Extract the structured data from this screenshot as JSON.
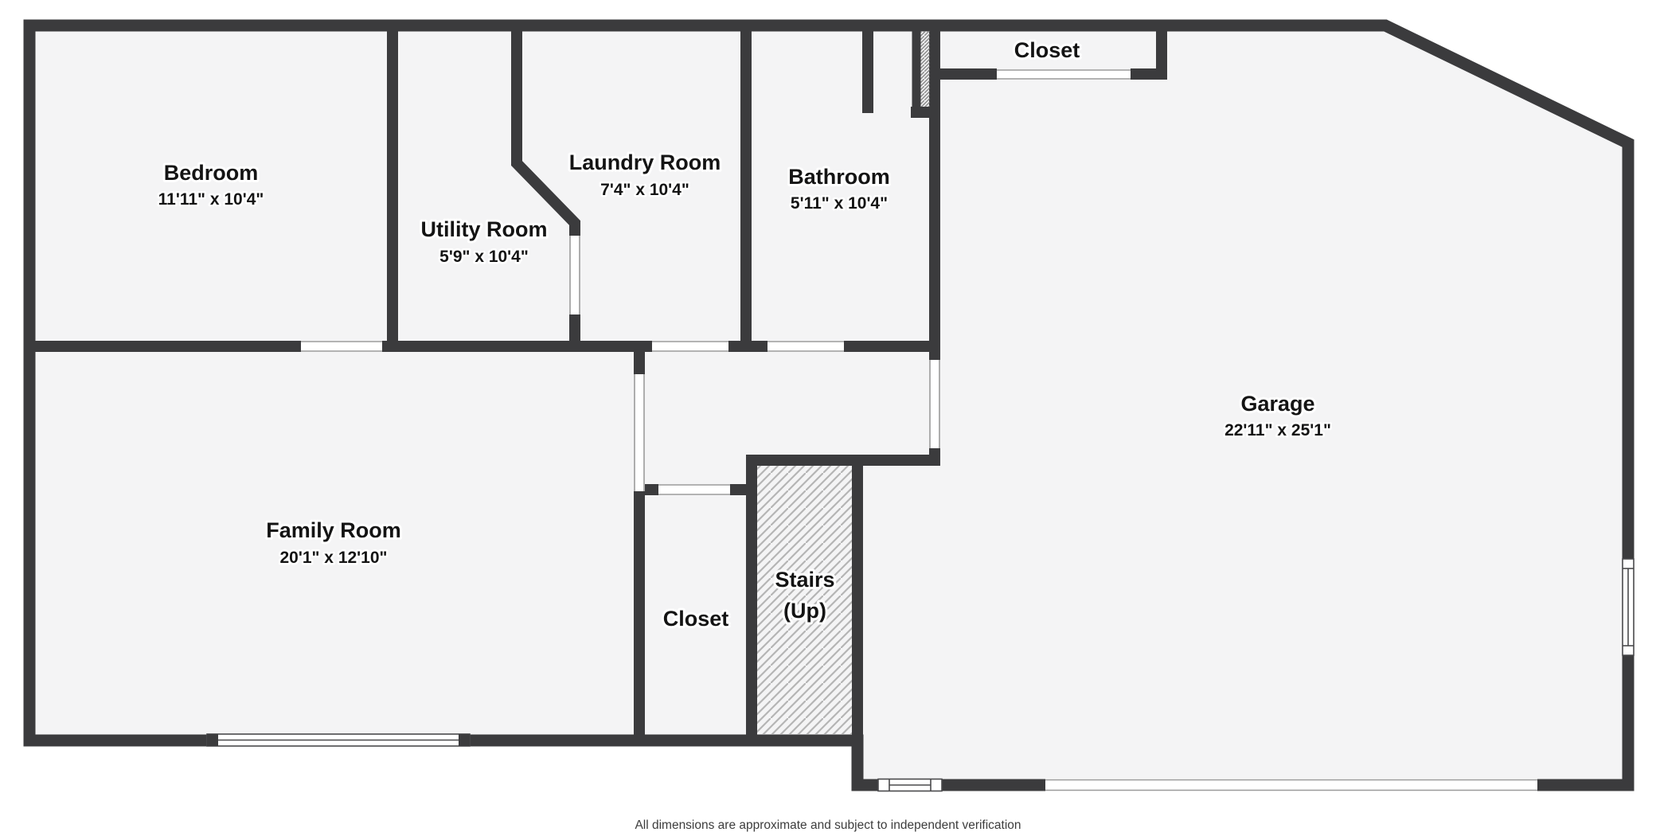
{
  "floorplan": {
    "rooms": [
      {
        "id": "bedroom",
        "name": "Bedroom",
        "dims": "11'11\" x 10'4\""
      },
      {
        "id": "utility-room",
        "name": "Utility Room",
        "dims": "5'9\" x 10'4\""
      },
      {
        "id": "laundry-room",
        "name": "Laundry Room",
        "dims": "7'4\" x 10'4\""
      },
      {
        "id": "bathroom",
        "name": "Bathroom",
        "dims": "5'11\" x 10'4\""
      },
      {
        "id": "closet-top",
        "name": "Closet",
        "dims": ""
      },
      {
        "id": "garage",
        "name": "Garage",
        "dims": "22'11\" x 25'1\""
      },
      {
        "id": "family-room",
        "name": "Family Room",
        "dims": "20'1\" x 12'10\""
      },
      {
        "id": "closet-hall",
        "name": "Closet",
        "dims": ""
      },
      {
        "id": "stairs",
        "name": "Stairs",
        "dims": "(Up)"
      }
    ],
    "footer": "All dimensions are approximate and subject to independent verification",
    "colors": {
      "wall": "#3b3b3d",
      "floor": "#f4f4f5",
      "background": "#ffffff",
      "stairs_hatch": "#b5b5b5",
      "pocket_door_hatch": "#8f8f8f",
      "opening_line": "#9a9a9a",
      "label_text": "#141414",
      "footer_text": "#3d3d3d"
    }
  }
}
